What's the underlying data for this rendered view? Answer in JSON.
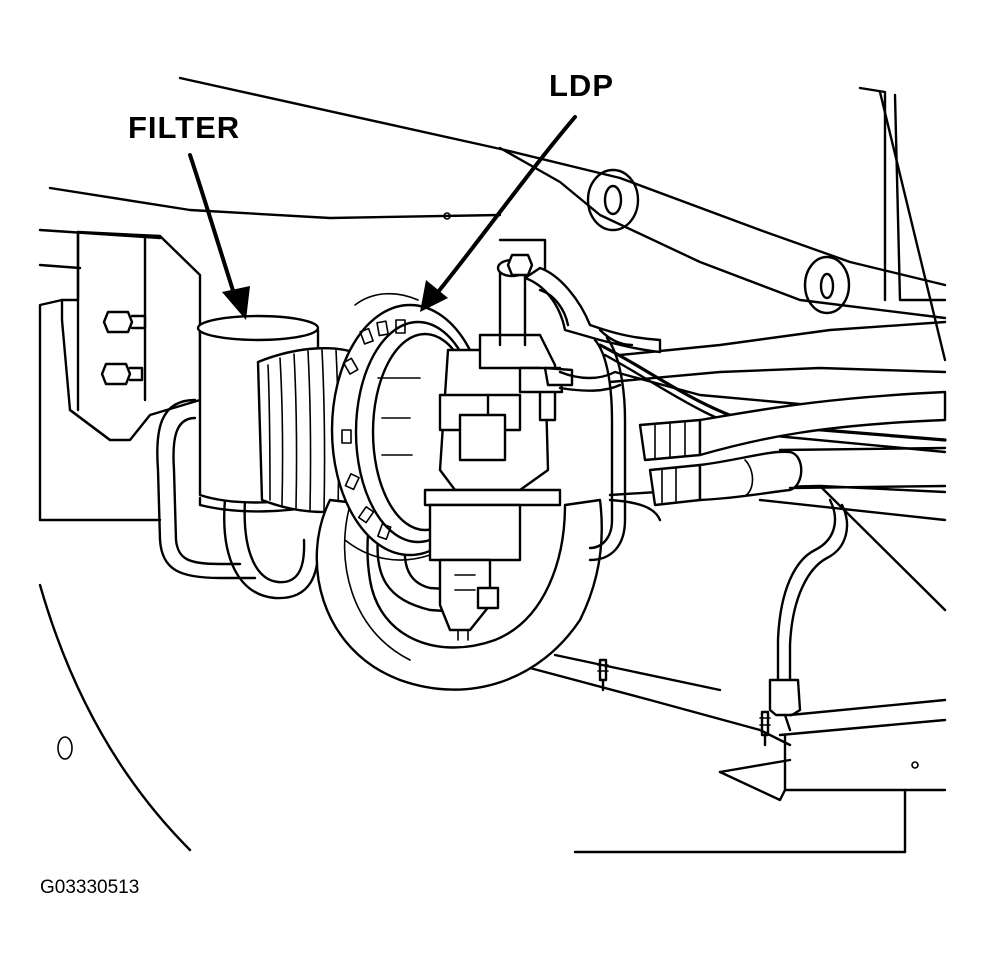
{
  "callouts": {
    "filter": "FILTER",
    "ldp": "LDP"
  },
  "figure_id": "G03330513"
}
